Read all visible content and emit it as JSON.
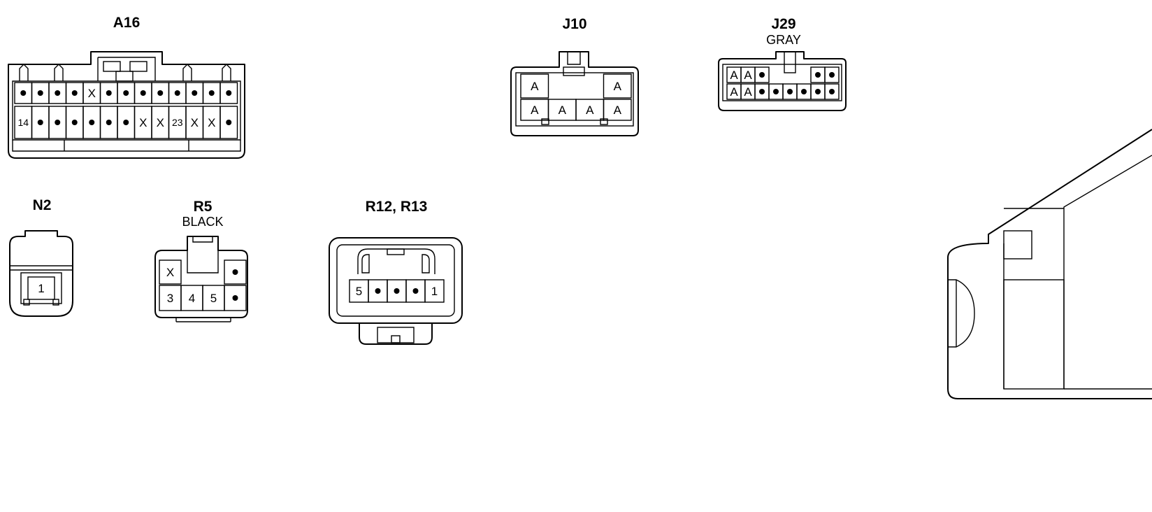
{
  "colors": {
    "line": "#000000",
    "background": "#ffffff"
  },
  "connectors": {
    "a16": {
      "name": "A16",
      "row1": [
        "•",
        "•",
        "•",
        "•",
        "X",
        "•",
        "•",
        "•",
        "•",
        "•",
        "•",
        "•",
        "•"
      ],
      "row2": [
        "14",
        "•",
        "•",
        "•",
        "•",
        "•",
        "•",
        "X",
        "X",
        "23",
        "X",
        "X",
        "•"
      ]
    },
    "j10": {
      "name": "J10",
      "row1": [
        "A",
        "",
        "",
        "A"
      ],
      "row2": [
        "A",
        "A",
        "A",
        "A"
      ]
    },
    "j29": {
      "name": "J29",
      "color": "GRAY",
      "row1": [
        "A",
        "A",
        "•",
        "",
        "",
        "",
        "•",
        "•"
      ],
      "row2": [
        "A",
        "A",
        "•",
        "•",
        "•",
        "•",
        "•",
        "•"
      ]
    },
    "n2": {
      "name": "N2",
      "pins": [
        "1"
      ]
    },
    "r5": {
      "name": "R5",
      "color": "BLACK",
      "row1": [
        "X",
        "",
        "",
        "•"
      ],
      "row2": [
        "3",
        "4",
        "5",
        "•"
      ]
    },
    "r12r13": {
      "name": "R12, R13",
      "pins": [
        "5",
        "•",
        "•",
        "•",
        "1"
      ]
    }
  }
}
